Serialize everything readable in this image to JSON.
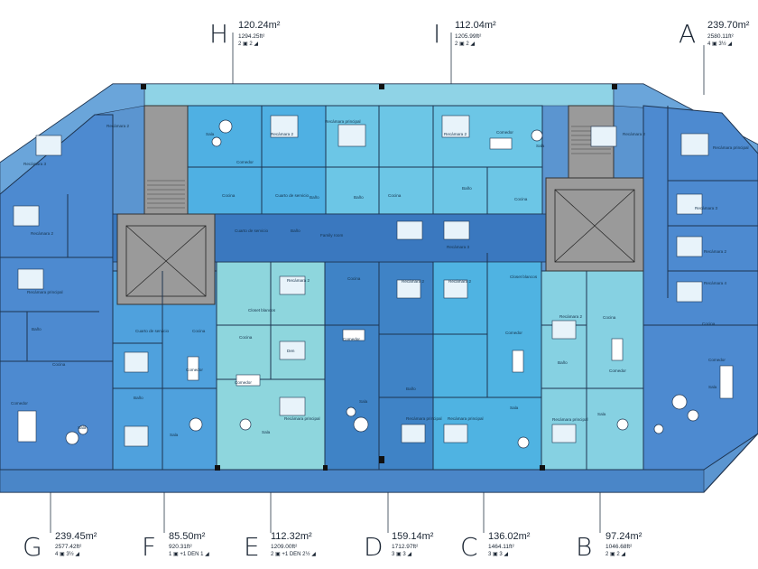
{
  "units_top": [
    {
      "id": "H",
      "area": "120.24m²",
      "sqft": "1294.25ft²",
      "rooms": "2 ▣  2 ◢"
    },
    {
      "id": "I",
      "area": "112.04m²",
      "sqft": "1205.99ft²",
      "rooms": "2 ▣  2 ◢"
    },
    {
      "id": "A",
      "area": "239.70m²",
      "sqft": "2580.11ft²",
      "rooms": "4 ▣  3½ ◢"
    }
  ],
  "units_bottom": [
    {
      "id": "G",
      "area": "239.45m²",
      "sqft": "2577.42ft²",
      "rooms": "4 ▣  3½ ◢"
    },
    {
      "id": "F",
      "area": "85.50m²",
      "sqft": "920.31ft²",
      "rooms": "1 ▣ +1 DEN  1 ◢"
    },
    {
      "id": "E",
      "area": "112.32m²",
      "sqft": "1209.00ft²",
      "rooms": "2 ▣ +1 DEN  2½ ◢"
    },
    {
      "id": "D",
      "area": "159.14m²",
      "sqft": "1712.97ft²",
      "rooms": "3 ▣  3 ◢"
    },
    {
      "id": "C",
      "area": "136.02m²",
      "sqft": "1464.11ft²",
      "rooms": "3 ▣  3 ◢"
    },
    {
      "id": "B",
      "area": "97.24m²",
      "sqft": "1046.68ft²",
      "rooms": "2 ▣  2 ◢"
    }
  ],
  "room_labels": {
    "bedroom2": "Recámara 2",
    "bedroom3": "Recámara 3",
    "bedroom4": "Recámara 4",
    "master": "Recámara principal",
    "living": "Sala",
    "dining": "Comedor",
    "kitchen": "Cocina",
    "bath": "Baño",
    "service": "Cuarto de servicio",
    "closet": "Closet blancos",
    "family": "Family room",
    "den": "Den"
  },
  "colors": {
    "outer": "#5b95d0",
    "corridor": "#3d79bf",
    "unit_a": "#4fa1dd",
    "unit_b": "#7dcde6",
    "unit_c": "#4fb3e2",
    "unit_e": "#8ed6dd",
    "core": "#9a9a9a",
    "terrace": "#6fb6de"
  }
}
